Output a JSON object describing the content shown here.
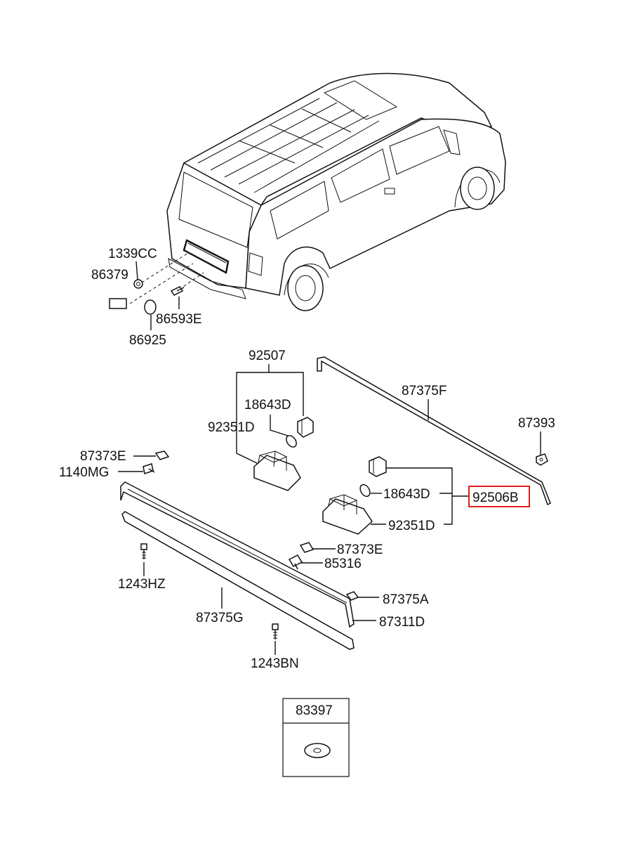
{
  "labels": {
    "p1339CC": "1339CC",
    "p86379": "86379",
    "p86593E": "86593E",
    "p86925": "86925",
    "p92507": "92507",
    "p18643D_top": "18643D",
    "p92351D_top": "92351D",
    "p87375F": "87375F",
    "p87393": "87393",
    "p87373E_top": "87373E",
    "p1140MG": "1140MG",
    "p18643D_right": "18643D",
    "p92506B": "92506B",
    "p92351D_right": "92351D",
    "p87373E_mid": "87373E",
    "p85316": "85316",
    "p1243HZ": "1243HZ",
    "p87375A": "87375A",
    "p87375G": "87375G",
    "p87311D": "87311D",
    "p1243BN": "1243BN",
    "p83397": "83397"
  },
  "highlight": {
    "part": "92506B",
    "color": "#e02020"
  }
}
